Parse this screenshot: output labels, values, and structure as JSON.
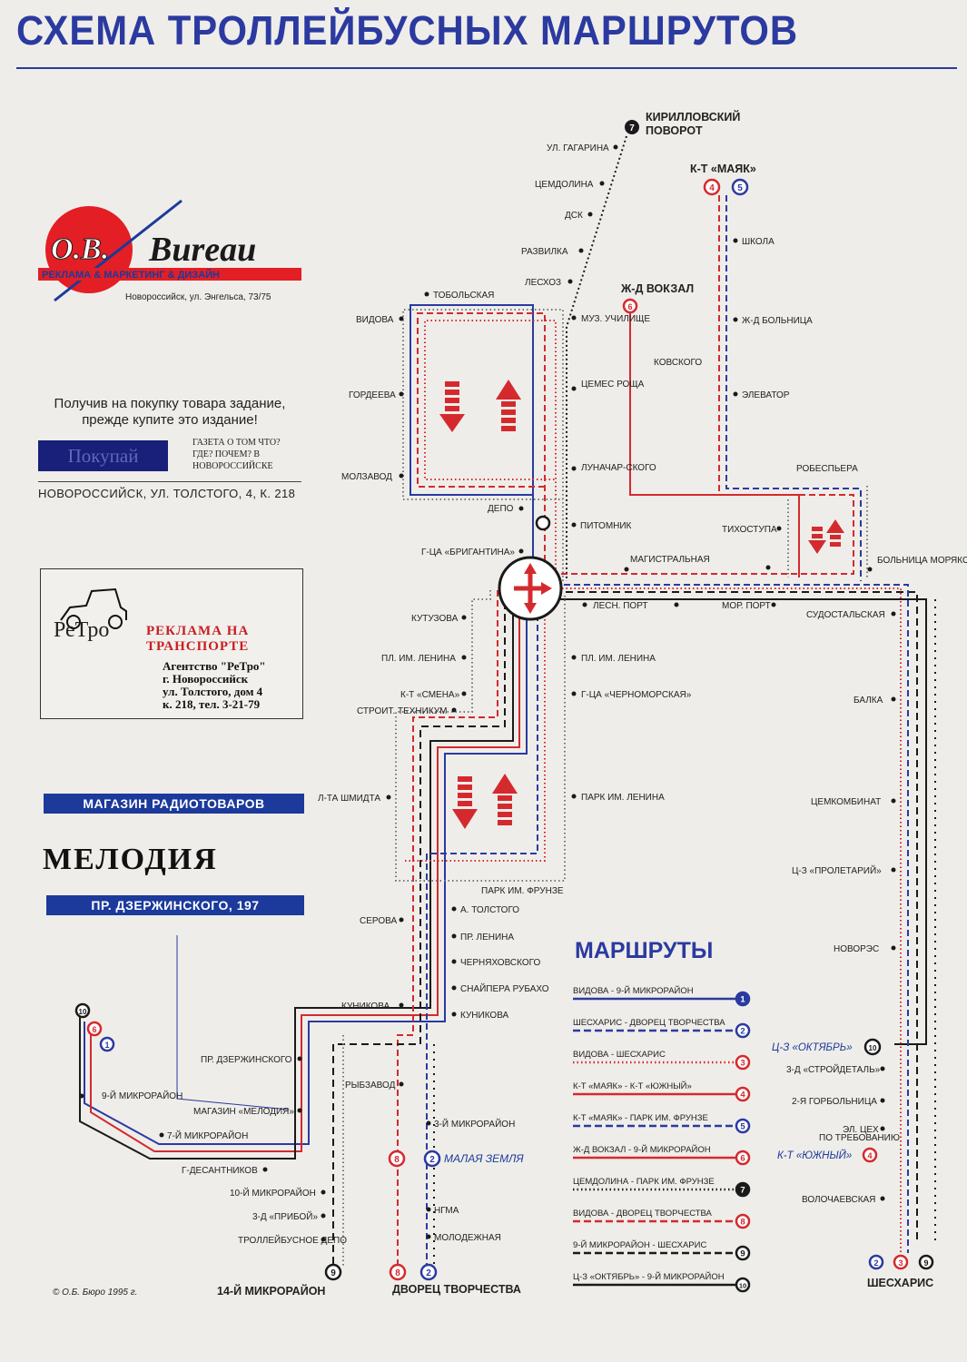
{
  "title": "СХЕМА ТРОЛЛЕЙБУСНЫХ МАРШРУТОВ",
  "colors": {
    "blue": "#2b3aa0",
    "red": "#d42a2e",
    "dark": "#1a1a1a",
    "navy": "#1b3a9b"
  },
  "ads": {
    "ob_bureau": {
      "logo_left": "O.B.",
      "logo_right": "Bureau",
      "tagline": "РЕКЛАМА & МАРКЕТИНГ & ДИЗАЙН",
      "address": "Новороссийск, ул. Энгельса, 73/75"
    },
    "newspaper": {
      "slogan": "Получив на покупку товара задание, прежде купите это издание!",
      "logo": "Покупай",
      "side": "ГАЗЕТА О ТОМ ЧТО? ГДЕ? ПОЧЕМ? В НОВОРОССИЙСКЕ",
      "address": "НОВОРОССИЙСК, УЛ. ТОЛСТОГО, 4, К. 218"
    },
    "retro": {
      "logo": "РеТро",
      "headline": "РЕКЛАМА НА ТРАНСПОРТЕ",
      "line1": "Агентство \"РеТро\"",
      "line2": "г. Новороссийск",
      "line3": "ул. Толстого, дом 4",
      "line4": "к. 218, тел. 3-21-79"
    },
    "melodia": {
      "top": "МАГАЗИН РАДИОТОВАРОВ",
      "name": "МЕЛОДИЯ",
      "bottom": "ПР. ДЗЕРЖИНСКОГО, 197"
    }
  },
  "copyright": "© О.Б. Бюро 1995 г.",
  "legend": {
    "title": "МАРШРУТЫ",
    "routes": [
      {
        "num": "1",
        "label": "ВИДОВА - 9-Й МИКРОРАЙОН",
        "color": "#2b3aa0",
        "style": "solid"
      },
      {
        "num": "2",
        "label": "ШЕСХАРИС - ДВОРЕЦ ТВОРЧЕСТВА",
        "color": "#2b3aa0",
        "style": "dashed"
      },
      {
        "num": "3",
        "label": "ВИДОВА - ШЕСХАРИС",
        "color": "#d42a2e",
        "style": "dotted"
      },
      {
        "num": "4",
        "label": "К-Т «МАЯК» - К-Т «ЮЖНЫЙ»",
        "color": "#d42a2e",
        "style": "solid"
      },
      {
        "num": "5",
        "label": "К-Т «МАЯК» - ПАРК ИМ. ФРУНЗЕ",
        "color": "#2b3aa0",
        "style": "dashed"
      },
      {
        "num": "6",
        "label": "Ж-Д ВОКЗАЛ - 9-Й МИКРОРАЙОН",
        "color": "#d42a2e",
        "style": "solid"
      },
      {
        "num": "7",
        "label": "ЦЕМДОЛИНА - ПАРК ИМ. ФРУНЗЕ",
        "color": "#1a1a1a",
        "style": "dotted"
      },
      {
        "num": "8",
        "label": "ВИДОВА - ДВОРЕЦ ТВОРЧЕСТВА",
        "color": "#d42a2e",
        "style": "dashed"
      },
      {
        "num": "9",
        "label": "9-Й МИКРОРАЙОН - ШЕСХАРИС",
        "color": "#1a1a1a",
        "style": "dashed"
      },
      {
        "num": "10",
        "label": "Ц-З «ОКТЯБРЬ» - 9-Й МИКРОРАЙОН",
        "color": "#1a1a1a",
        "style": "solid"
      }
    ]
  },
  "terminals": {
    "kirillovsky": "КИРИЛЛОВСКИЙ ПОВОРОТ",
    "mayak": "К-Т «МАЯК»",
    "vokzal": "Ж-Д ВОКЗАЛ",
    "micro14": "14-Й МИКРОРАЙОН",
    "dvorets": "ДВОРЕЦ ТВОРЧЕСТВА",
    "sheskharis": "ШЕСХАРИС",
    "malaya_zemlya": "МАЛАЯ ЗЕМЛЯ",
    "oktyabr": "Ц-З «ОКТЯБРЬ»",
    "yuzhny": "К-Т «ЮЖНЫЙ»"
  },
  "stops": [
    "УЛ. ГАГАРИНА",
    "ЦЕМДОЛИНА",
    "ДСК",
    "РАЗВИЛКА",
    "ЛЕСХОЗ",
    "ТОБОЛЬСКАЯ",
    "ВИДОВА",
    "ГОРДЕЕВА",
    "МОЛЗАВОД",
    "МУЗ. УЧИЛИЩЕ",
    "ЦЕМЕС РОЩА",
    "ЛУНАЧАР-СКОГО",
    "ДЕПО",
    "Г-ЦА «БРИГАНТИНА»",
    "ПИТОМНИК",
    "МАГИСТРАЛЬНАЯ",
    "ШКОЛА",
    "Ж-Д БОЛЬНИЦА",
    "КОВСКОГО",
    "ЭЛЕВАТОР",
    "РОБЕСПЬЕРА",
    "ТИХОСТУПА",
    "БОЛЬНИЦА МОРЯКОВ",
    "ЛЕСН. ПОРТ",
    "МОР. ПОРТ",
    "СУДОСТАЛЬСКАЯ",
    "КУТУЗОВА",
    "ПЛ. ИМ. ЛЕНИНА",
    "К-Т «СМЕНА»",
    "СТРОИТ. ТЕХНИКУМ",
    "Г-ЦА «ЧЕРНОМОРСКАЯ»",
    "БАЛКА",
    "Л-ТА ШМИДТА",
    "ПАРК ИМ. ЛЕНИНА",
    "ЦЕМКОМБИНАТ",
    "Ц-З «ПРОЛЕТАРИЙ»",
    "ПАРК ИМ. ФРУНЗЕ",
    "А. ТОЛСТОГО",
    "СЕРОВА",
    "ПР. ЛЕНИНА",
    "ЧЕРНЯХОВСКОГО",
    "СНАЙПЕРА РУБАХО",
    "КУНИКОВА",
    "НОВОРЭС",
    "ПР. ДЗЕРЖИНСКОГО",
    "РЫБЗАВОД",
    "9-Й МИКРОРАЙОН",
    "МАГАЗИН «МЕЛОДИЯ»",
    "7-Й МИКРОРАЙОН",
    "Г-ДЕСАНТНИКОВ",
    "10-Й МИКРОРАЙОН",
    "3-Д «ПРИБОЙ»",
    "ТРОЛЛЕЙБУСНОЕ ДЕПО",
    "3-Й МИКРОРАЙОН",
    "НГМА",
    "МОЛОДЕЖНАЯ",
    "3-Д «СТРОЙДЕТАЛЬ»",
    "2-Я ГОРБОЛЬНИЦА",
    "ЭЛ. ЦЕХ",
    "ПО ТРЕБОВАНИЮ",
    "ВОЛОЧАЕВСКАЯ"
  ]
}
